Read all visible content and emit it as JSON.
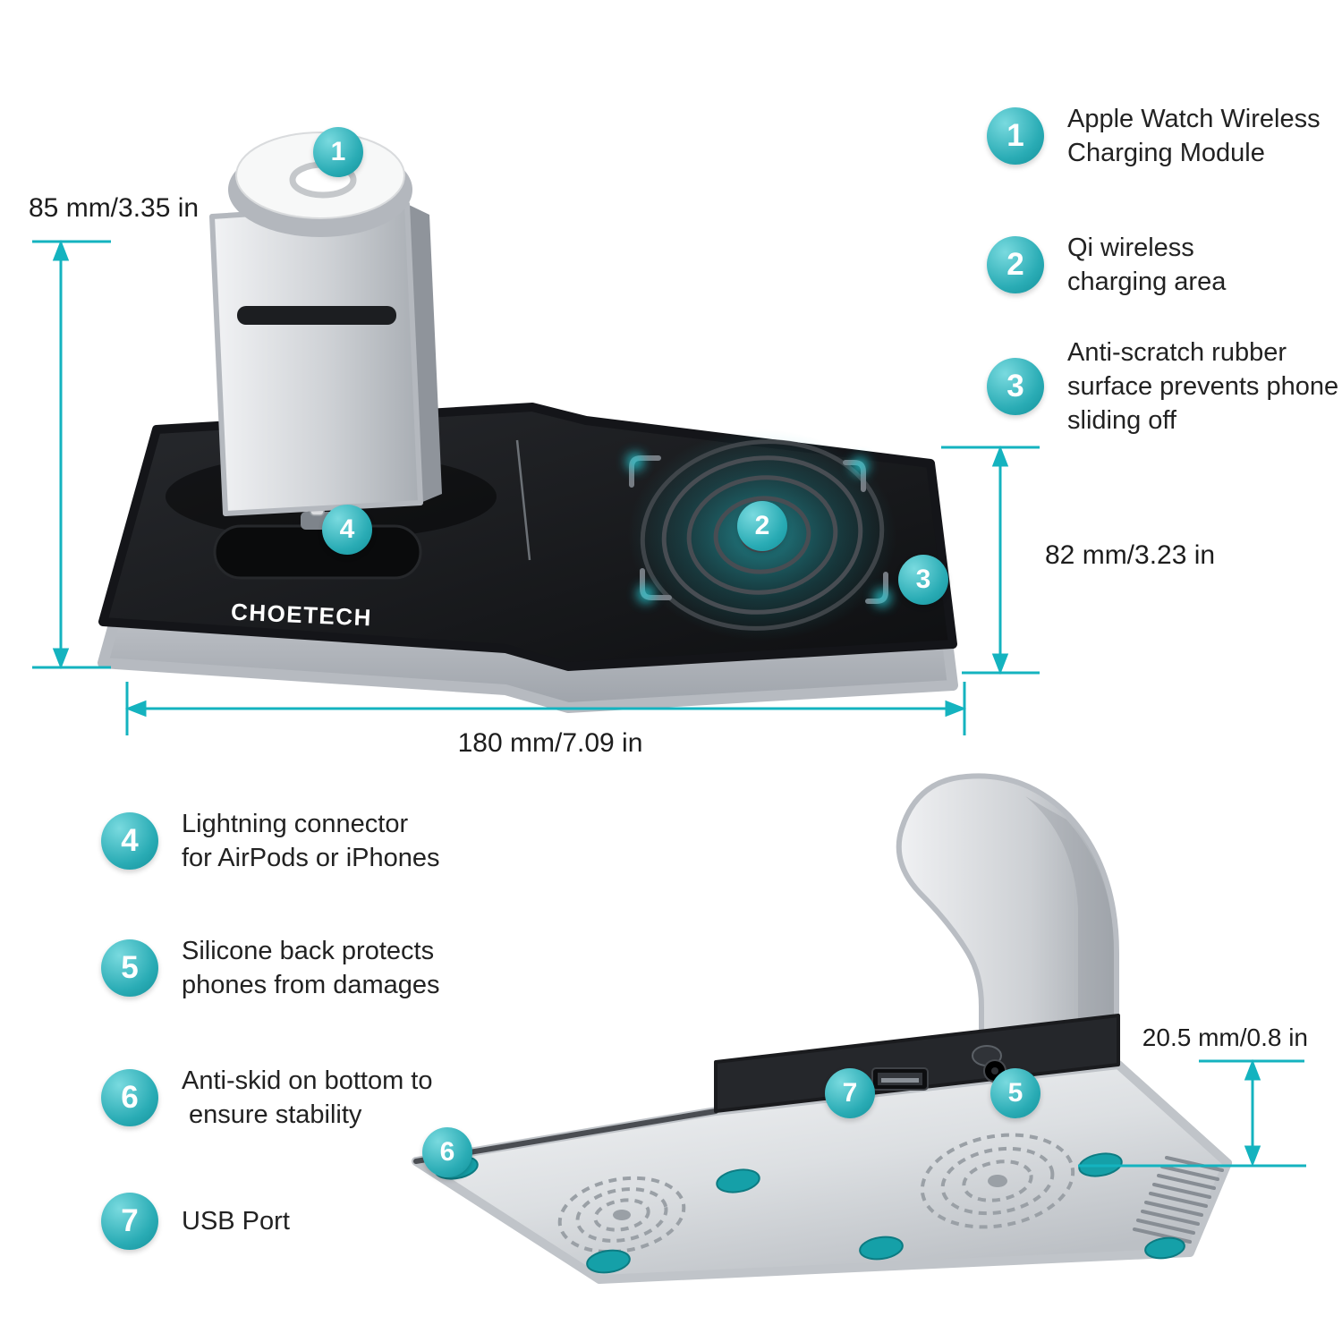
{
  "brand": "CHOETECH",
  "legend_right": [
    {
      "num": "1",
      "lines": [
        "Apple Watch Wireless",
        "Charging Module"
      ]
    },
    {
      "num": "2",
      "lines": [
        "Qi wireless",
        "charging area"
      ]
    },
    {
      "num": "3",
      "lines": [
        "Anti-scratch rubber",
        "surface prevents phone",
        "sliding off"
      ]
    }
  ],
  "legend_left": [
    {
      "num": "4",
      "lines": [
        "Lightning connector",
        "for AirPods or iPhones"
      ]
    },
    {
      "num": "5",
      "lines": [
        "Silicone back protects",
        "phones from damages"
      ]
    },
    {
      "num": "6",
      "lines": [
        "Anti-skid on bottom to",
        "ensure stability"
      ]
    },
    {
      "num": "7",
      "lines": [
        "USB Port"
      ]
    }
  ],
  "product_badges": {
    "watch_module": "1",
    "qi_area": "2",
    "rubber_surface": "3",
    "lightning": "4",
    "silicone_back": "5",
    "anti_skid": "6",
    "usb_port": "7"
  },
  "dimensions": {
    "height": "85 mm/3.35 in",
    "depth": "82 mm/3.23 in",
    "width": "180 mm/7.09 in",
    "edge_thickness": "20.5 mm/0.8 in"
  },
  "colors": {
    "accent": "#14b3bf",
    "badge": "#1ba7b0",
    "text": "#222222"
  }
}
